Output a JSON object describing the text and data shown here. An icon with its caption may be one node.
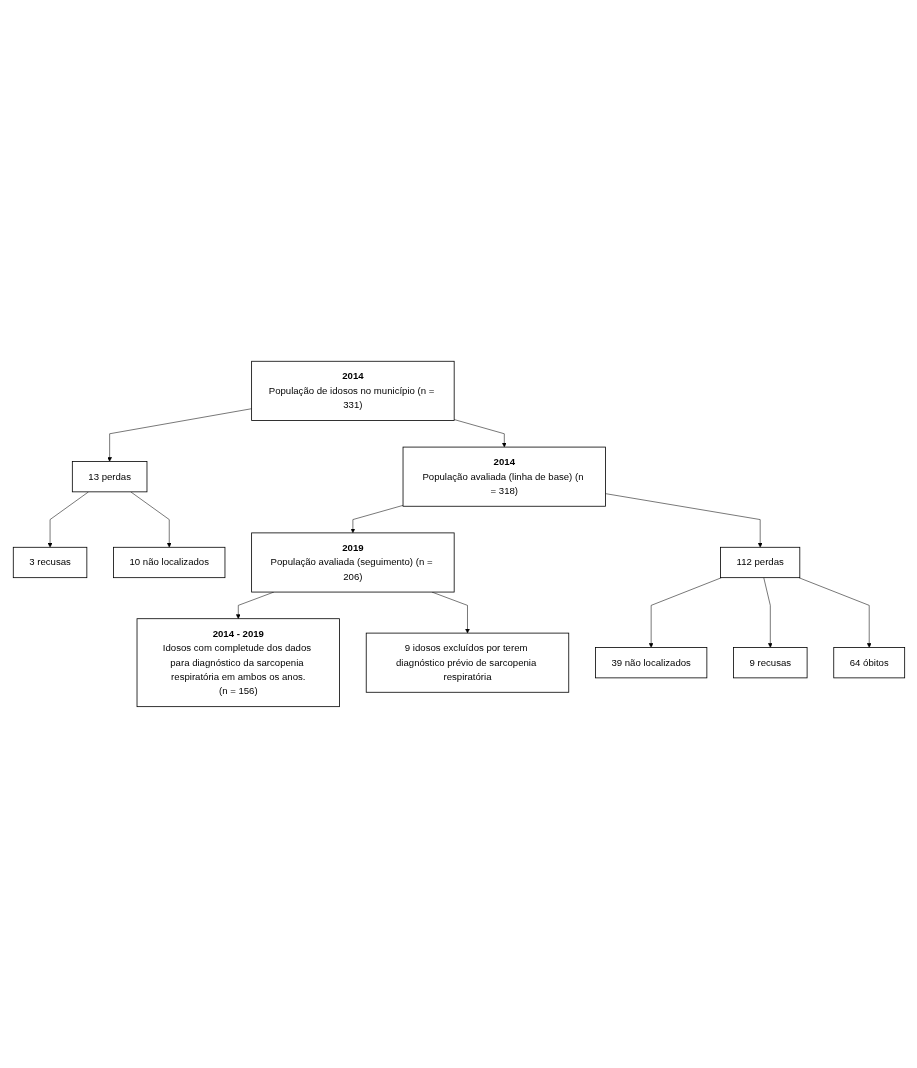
{
  "diagram": {
    "nodes": [
      {
        "text": [
          "2014",
          "População de idosos no município (n = 331)"
        ]
      },
      {
        "text": [
          "13 perdas"
        ]
      },
      {
        "text": [
          "3 recusas"
        ]
      },
      {
        "text": [
          "10 não localizados"
        ]
      },
      {
        "text": [
          "2014",
          "População avaliada (linha de base) (n = 318)"
        ]
      },
      {
        "text": [
          "112 perdas"
        ]
      },
      {
        "text": [
          "39 não localizados"
        ]
      },
      {
        "text": [
          "9 recusas"
        ]
      },
      {
        "text": [
          "64 óbitos"
        ]
      },
      {
        "text": [
          "2019",
          "População avaliada (seguimento) (n = 206)"
        ]
      },
      {
        "text": [
          "9 idosos excluídos por terem diagnóstico prévio de sarcopenia respiratória"
        ]
      },
      {
        "text": [
          "2014 - 2019",
          "Idosos com completude dos dados para diagnóstico da sarcopenia respiratória em ambos os anos.",
          "(n = 156)"
        ]
      }
    ],
    "edges": [
      {
        "from": 0,
        "to": 4,
        "arrow": "to"
      },
      {
        "from": 0,
        "to": 1,
        "arrow": "to"
      },
      {
        "from": 1,
        "to": 2,
        "arrow": "to"
      },
      {
        "from": 1,
        "to": 3,
        "arrow": "to"
      },
      {
        "from": 4,
        "to": 9,
        "arrow": "to"
      },
      {
        "from": 4,
        "to": 5,
        "arrow": "to"
      },
      {
        "from": 5,
        "to": 6,
        "arrow": "to"
      },
      {
        "from": 5,
        "to": 7,
        "arrow": "to"
      },
      {
        "from": 5,
        "to": 8,
        "arrow": "to"
      },
      {
        "from": 9,
        "to": 11,
        "arrow": "to"
      },
      {
        "from": 9,
        "to": 10,
        "arrow": "to"
      }
    ]
  }
}
